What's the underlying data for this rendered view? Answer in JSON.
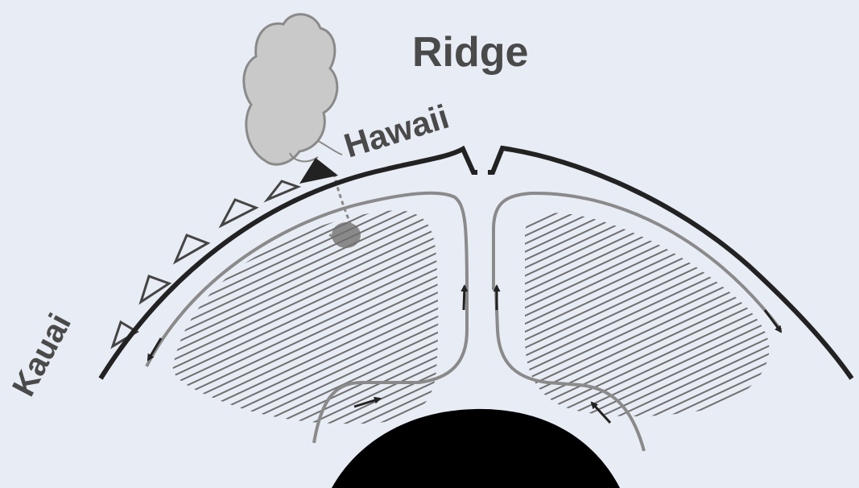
{
  "labels": {
    "ridge": "Ridge",
    "hawaii": "Hawaii",
    "kauai": "Kauai"
  },
  "colors": {
    "background": "#e8ecf4",
    "crust": "#222222",
    "convection_cell_hatch": "#6f6f6f",
    "flow_line": "#8a8a8a",
    "plume_cloud": "#c9c9c9",
    "core": "#000000"
  }
}
